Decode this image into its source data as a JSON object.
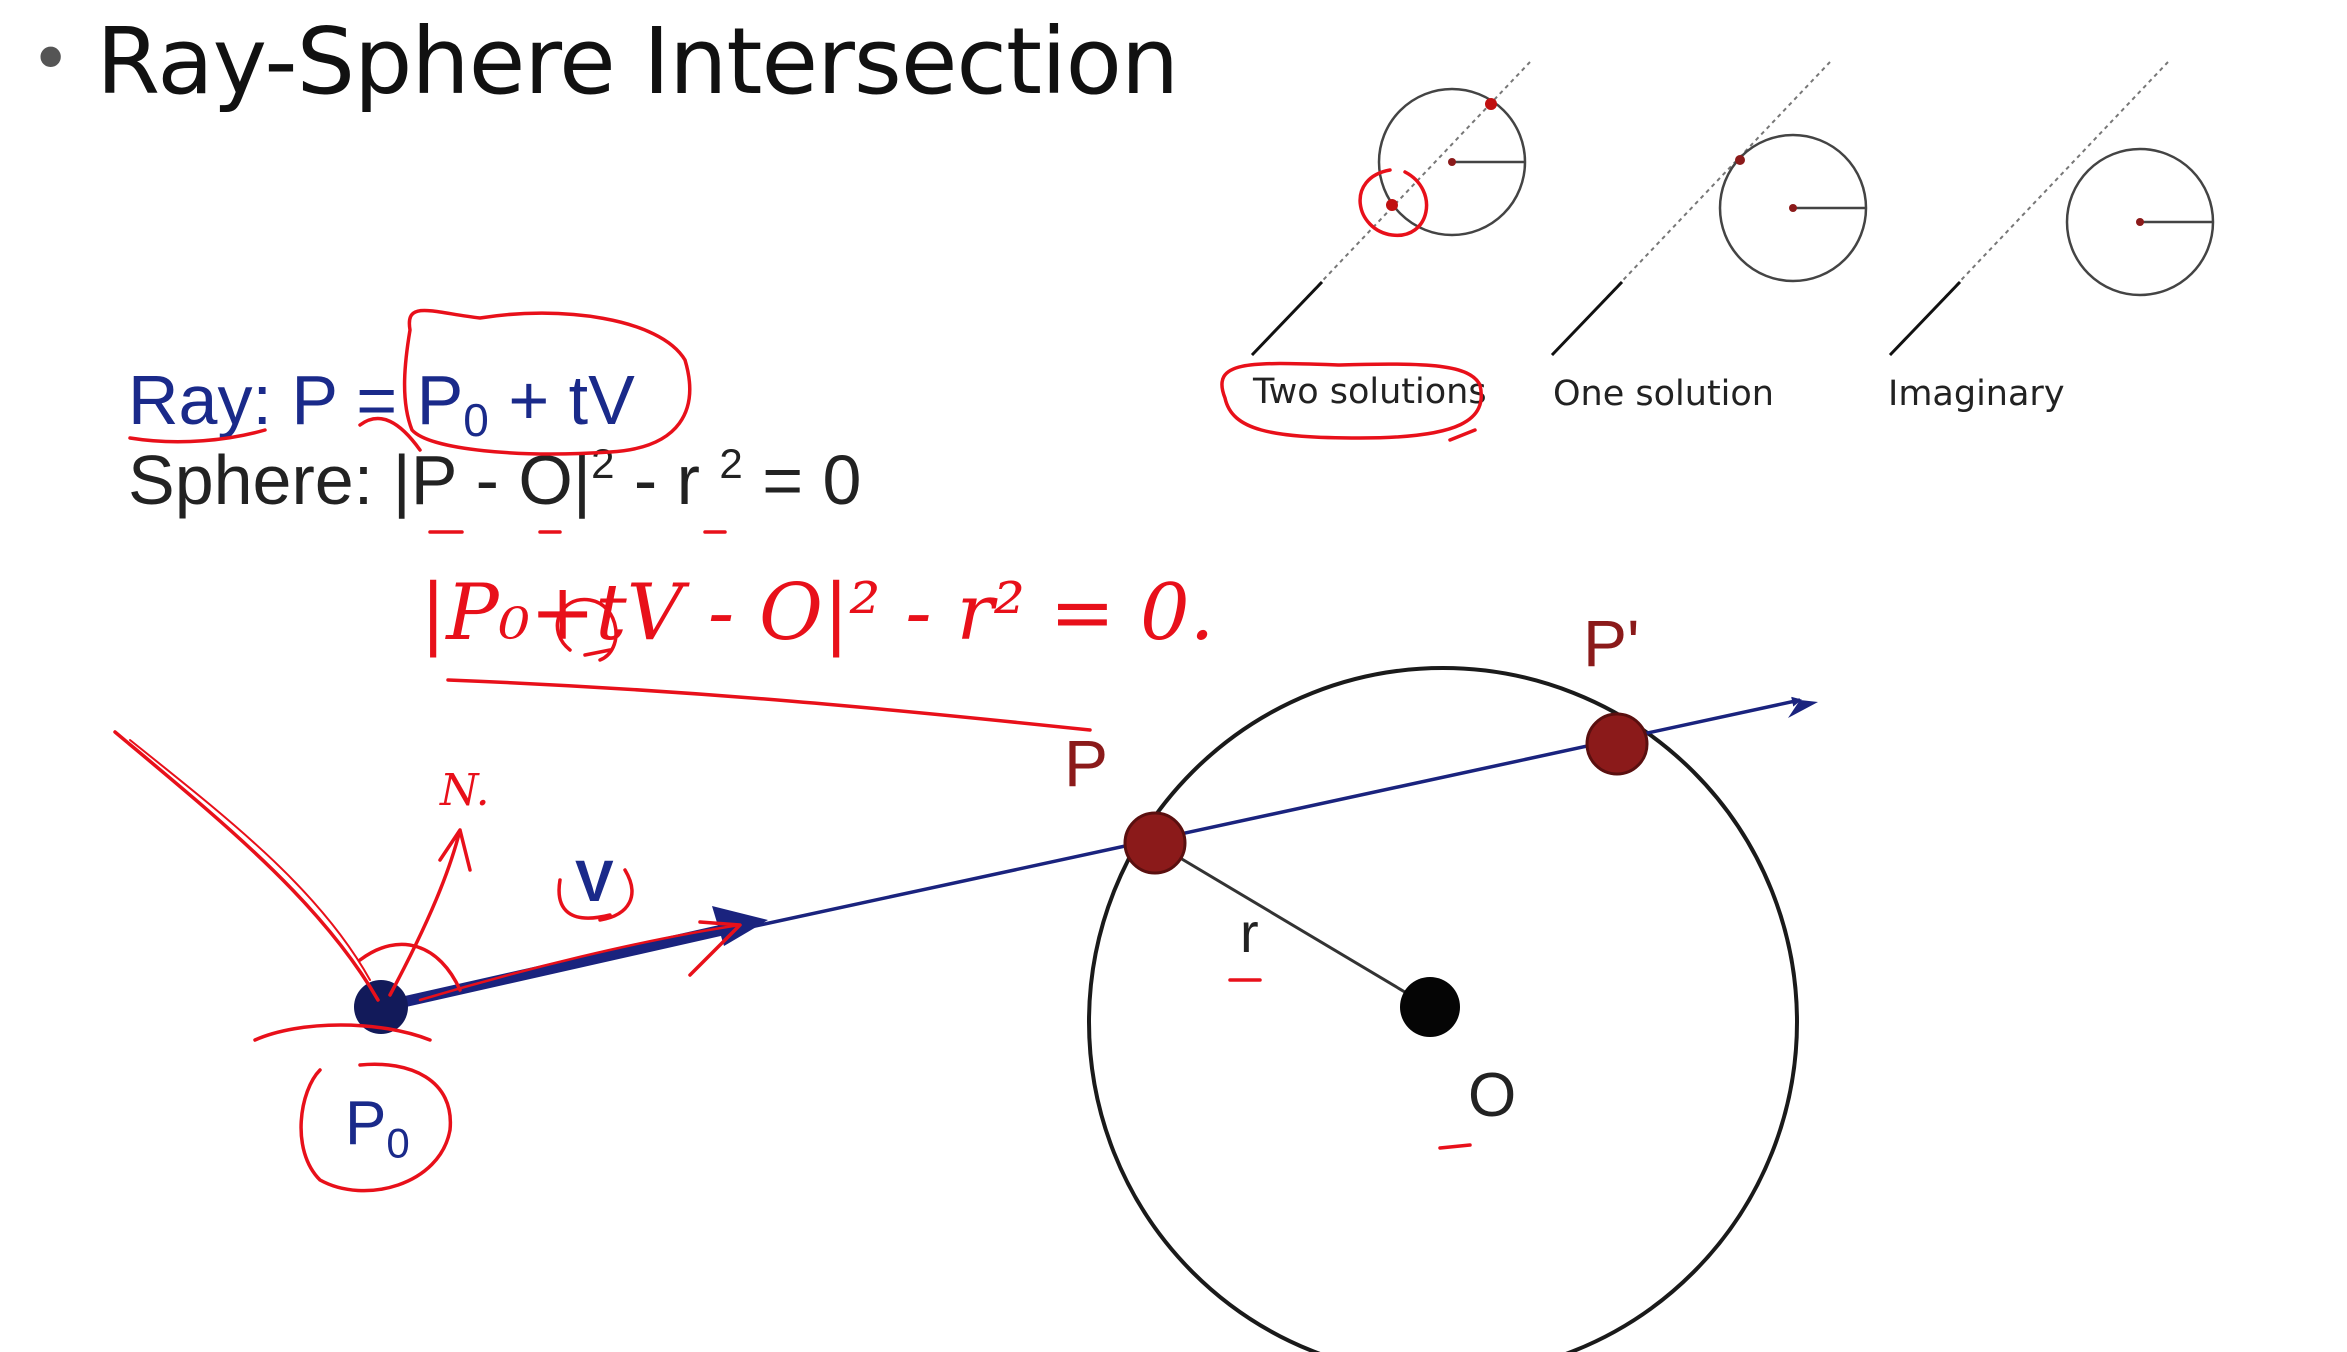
{
  "slide": {
    "title": "Ray-Sphere Intersection",
    "bullet": "•"
  },
  "equations": {
    "ray_prefix": "Ray: P = P",
    "ray_sub": "0",
    "ray_suffix": " + tV",
    "sphere_prefix": "Sphere: |P - O|",
    "sphere_sup1": "2",
    "sphere_mid": " - r ",
    "sphere_sup2": "2",
    "sphere_suffix": " = 0"
  },
  "cases": [
    {
      "caption": "Two solutions"
    },
    {
      "caption": "One solution"
    },
    {
      "caption": "Imaginary"
    }
  ],
  "diagram": {
    "point_P": "P",
    "point_P_prime": "P'",
    "vector_V": "V",
    "radius_r": "r",
    "center_O": "O",
    "origin_P": "P",
    "origin_sub": "0"
  },
  "annotations": {
    "handwritten_equation": "|P₀+tV - O|² - r² = 0.",
    "normal_label": "N."
  },
  "colors": {
    "ray_blue": "#1a237e",
    "hit_point": "#8b1a1a",
    "annotation_red": "#e8101a",
    "circle_stroke": "#222222"
  }
}
